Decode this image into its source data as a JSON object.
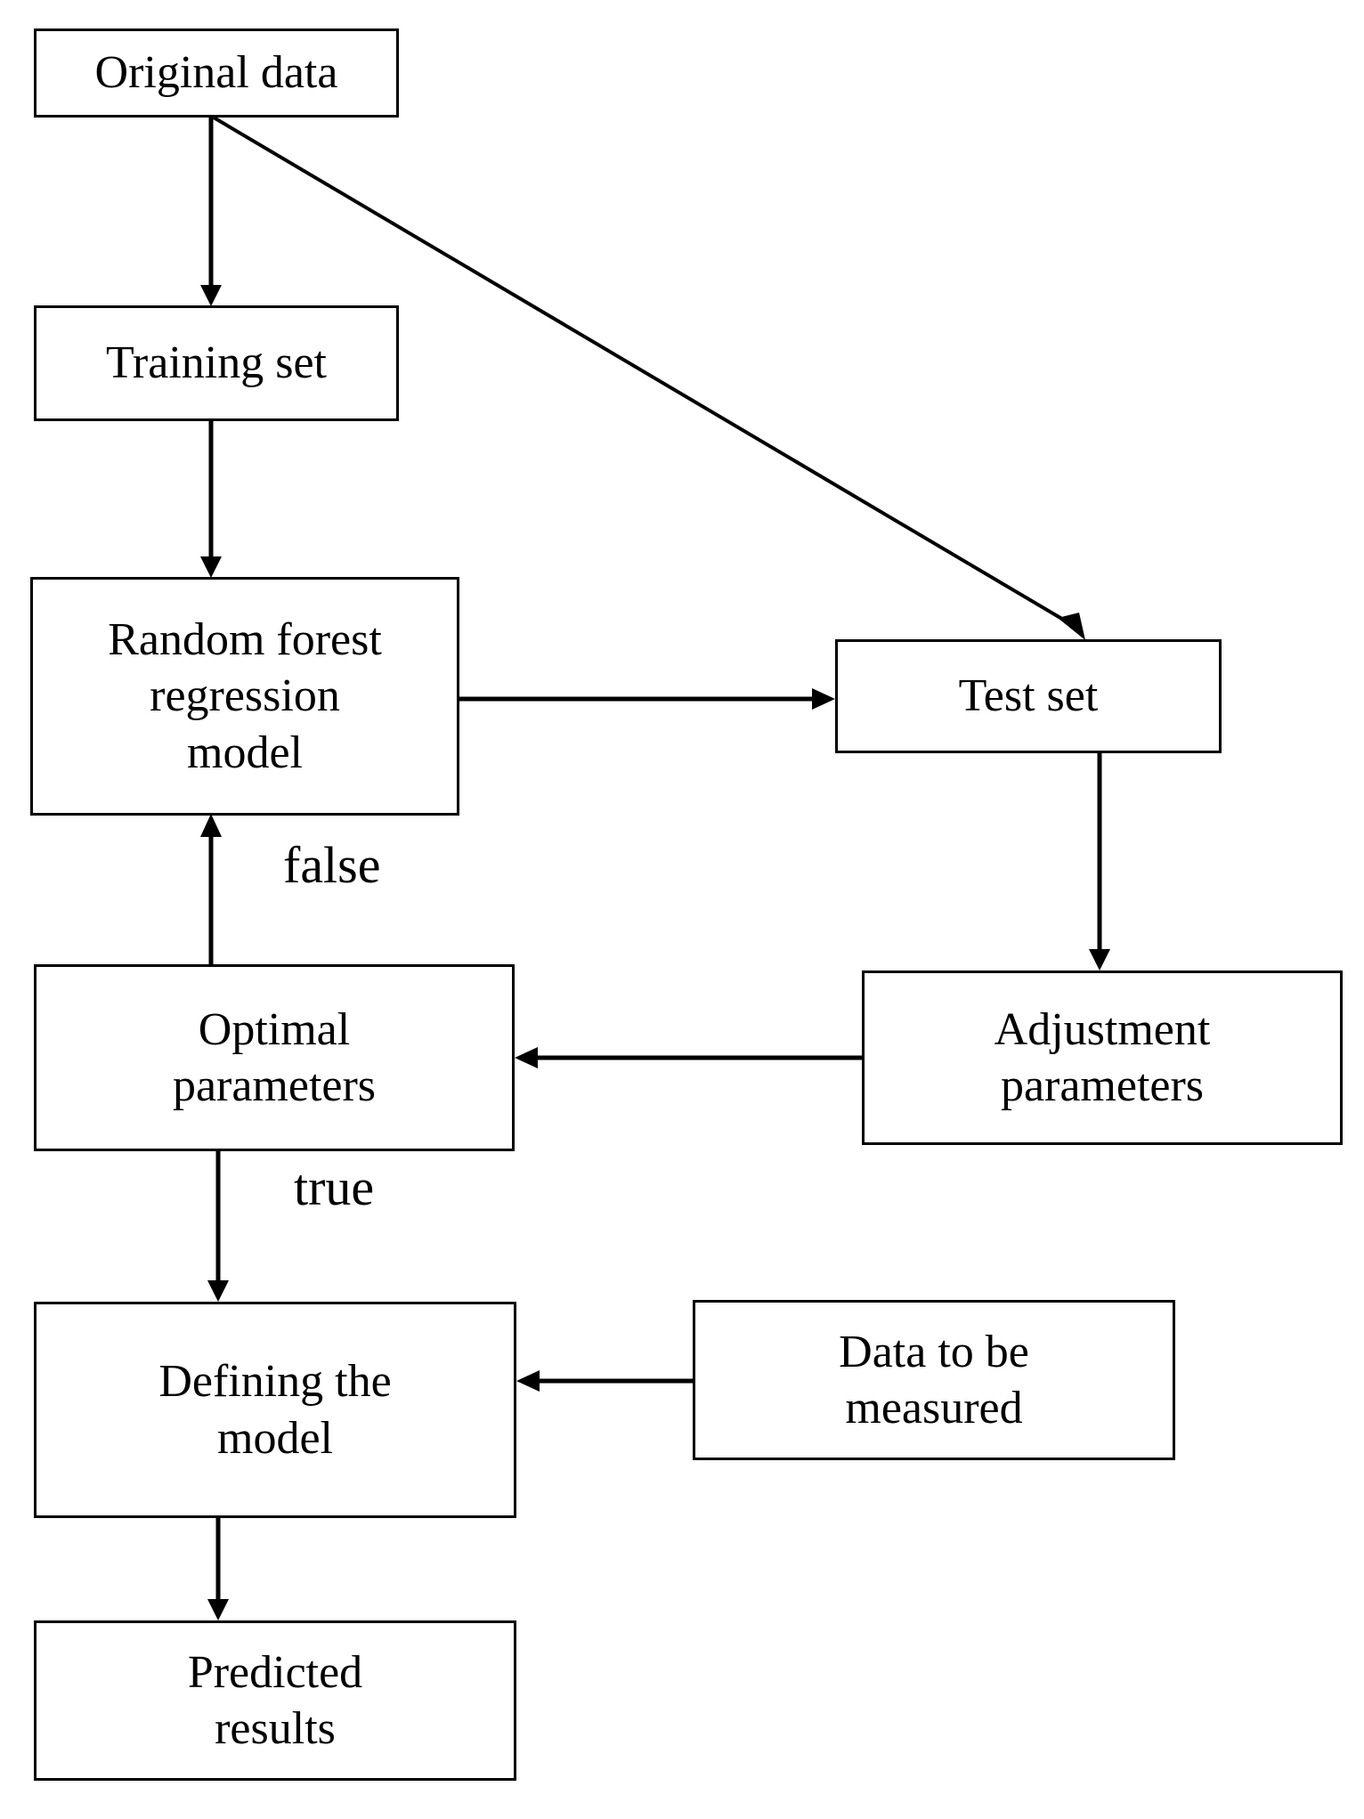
{
  "diagram": {
    "title": "Random forest regression modeling workflow flowchart",
    "type": "flowchart",
    "background_color": "#ffffff",
    "stroke_color": "#000000",
    "nodes": [
      {
        "id": "original",
        "label": "Original  data",
        "shape": "rectangle"
      },
      {
        "id": "training",
        "label": "Training  set",
        "shape": "rectangle"
      },
      {
        "id": "rfmodel",
        "label": "Random forest\nregression\nmodel",
        "shape": "rectangle"
      },
      {
        "id": "testset",
        "label": "Test set",
        "shape": "rectangle"
      },
      {
        "id": "optimal",
        "label": "Optimal\nparameters",
        "shape": "rectangle"
      },
      {
        "id": "adjust",
        "label": "Adjustment\nparameters",
        "shape": "rectangle"
      },
      {
        "id": "defining",
        "label": "Defining  the\nmodel",
        "shape": "rectangle"
      },
      {
        "id": "measured",
        "label": "Data  to be\nmeasured",
        "shape": "rectangle"
      },
      {
        "id": "predicted",
        "label": "Predicted\nresults",
        "shape": "rectangle"
      }
    ],
    "edges": [
      {
        "id": "e1",
        "from": "original",
        "to": "training",
        "label": "",
        "direction": "down"
      },
      {
        "id": "e2",
        "from": "original",
        "to": "testset",
        "label": "",
        "direction": "diagonal"
      },
      {
        "id": "e3",
        "from": "training",
        "to": "rfmodel",
        "label": "",
        "direction": "down"
      },
      {
        "id": "e4",
        "from": "rfmodel",
        "to": "testset",
        "label": "",
        "direction": "right"
      },
      {
        "id": "e5",
        "from": "testset",
        "to": "adjust",
        "label": "",
        "direction": "down"
      },
      {
        "id": "e6",
        "from": "adjust",
        "to": "optimal",
        "label": "",
        "direction": "left"
      },
      {
        "id": "e7",
        "from": "optimal",
        "to": "rfmodel",
        "label": "false",
        "direction": "up"
      },
      {
        "id": "e8",
        "from": "optimal",
        "to": "defining",
        "label": "true",
        "direction": "down"
      },
      {
        "id": "e9",
        "from": "measured",
        "to": "defining",
        "label": "",
        "direction": "left"
      },
      {
        "id": "e10",
        "from": "defining",
        "to": "predicted",
        "label": "",
        "direction": "down"
      }
    ],
    "edge_labels": {
      "false": "false",
      "true": "true"
    }
  }
}
